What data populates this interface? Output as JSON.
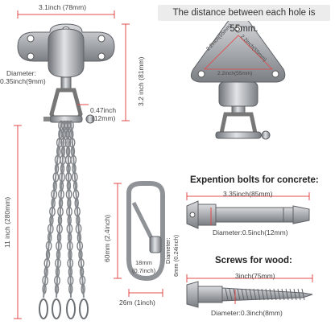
{
  "note": "The distance between each hole is 55mm.",
  "dims": {
    "plate_width": "3.1inch (78mm)",
    "hole_diameter_a": "Diameter:",
    "hole_diameter_b": "0.35inch(9mm)",
    "height": "3.2 inch (81mm)",
    "shackle_a": "0.47inch",
    "shackle_b": "(12mm)",
    "chain_length": "11 inch (280mm)",
    "carabiner_length": "60mm (2.4inch)",
    "carabiner_gap_a": "18mm",
    "carabiner_gap_b": "(0.7inch)",
    "carabiner_dia": "Diameter:",
    "carabiner_dia_b": "6mm (0.24inch)",
    "carabiner_width": "26m (1inch)",
    "triangle_1": "2.2inch(55mm)",
    "triangle_2": "2.2inch(55mm)",
    "triangle_3": "2.2inch(55mm)"
  },
  "bolts": {
    "heading": "Expention bolts for concrete:",
    "length": "3.35inch(85mm)",
    "diameter": "Diameter:0.5inch(12mm)"
  },
  "screws": {
    "heading": "Screws for wood:",
    "length": "3inch(75mm)",
    "diameter": "Diameter:0.3inch(8mm)"
  },
  "colors": {
    "dim_line": "#e04848",
    "metal": "#a9adb2",
    "metal_dark": "#6d7176"
  }
}
